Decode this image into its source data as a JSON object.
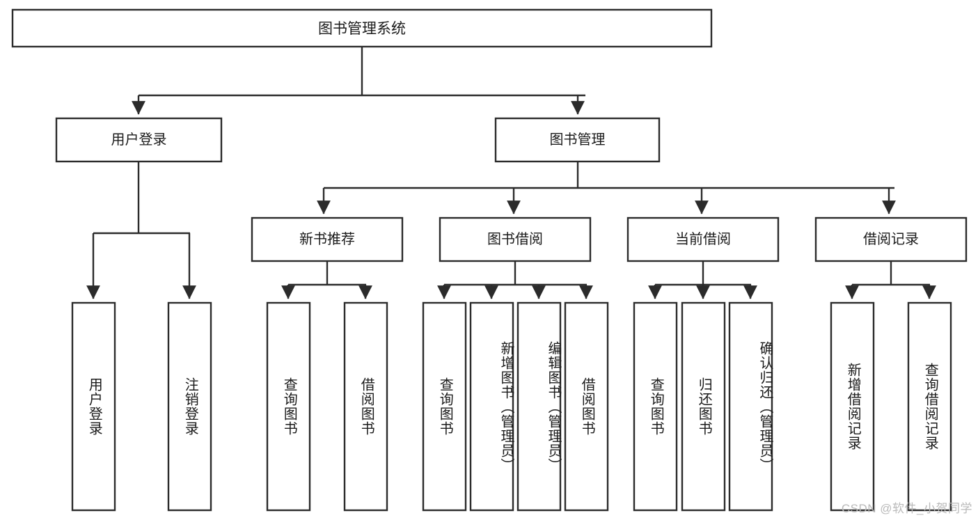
{
  "diagram": {
    "title": "图书管理系统",
    "type": "tree-hierarchy",
    "root": {
      "label": "图书管理系统"
    },
    "level2": [
      {
        "id": "user-login",
        "label": "用户登录"
      },
      {
        "id": "book-manage",
        "label": "图书管理"
      }
    ],
    "level3": [
      {
        "id": "new-book-recommend",
        "label": "新书推荐",
        "parent": "book-manage"
      },
      {
        "id": "book-borrow",
        "label": "图书借阅",
        "parent": "book-manage"
      },
      {
        "id": "current-borrow",
        "label": "当前借阅",
        "parent": "book-manage"
      },
      {
        "id": "borrow-record",
        "label": "借阅记录",
        "parent": "book-manage"
      }
    ],
    "leaves": {
      "user-login": [
        {
          "id": "leaf-user-login",
          "label": "用户登录"
        },
        {
          "id": "leaf-logout-login",
          "label": "注销登录"
        }
      ],
      "new-book-recommend": [
        {
          "id": "leaf-query-book-1",
          "label": "查询图书"
        },
        {
          "id": "leaf-borrow-book-1",
          "label": "借阅图书"
        }
      ],
      "book-borrow": [
        {
          "id": "leaf-query-book-2",
          "label": "查询图书"
        },
        {
          "id": "leaf-add-book",
          "label": "新增图书（管理员）"
        },
        {
          "id": "leaf-edit-book",
          "label": "编辑图书（管理员）"
        },
        {
          "id": "leaf-borrow-book-2",
          "label": "借阅图书"
        }
      ],
      "current-borrow": [
        {
          "id": "leaf-query-book-3",
          "label": "查询图书"
        },
        {
          "id": "leaf-return-book",
          "label": "归还图书"
        },
        {
          "id": "leaf-confirm-return",
          "label": "确认归还（管理员）"
        }
      ],
      "borrow-record": [
        {
          "id": "leaf-add-record",
          "label": "新增借阅记录"
        },
        {
          "id": "leaf-query-record",
          "label": "查询借阅记录"
        }
      ]
    }
  },
  "watermark": {
    "text": "CSDN @软件_小贺同学"
  },
  "colors": {
    "stroke": "#2b2b2b",
    "fill": "#ffffff",
    "text": "#1a1a1a",
    "watermark": "#b9b9b9",
    "background": "#ffffff"
  }
}
